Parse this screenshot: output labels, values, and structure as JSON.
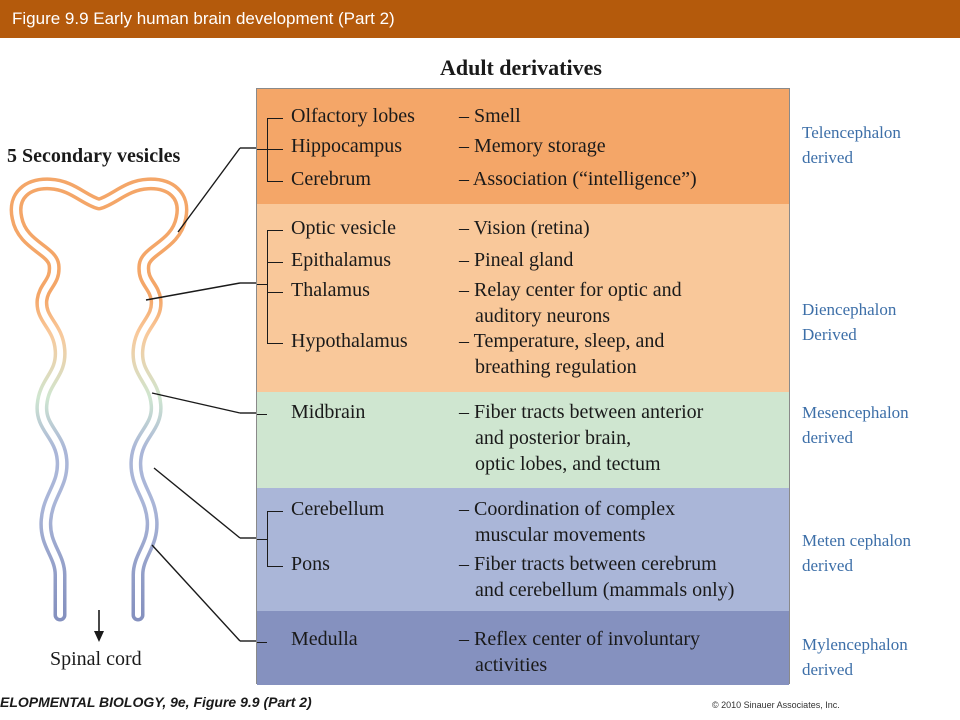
{
  "header": {
    "title": "Figure 9.9  Early human brain development (Part 2)"
  },
  "diagram": {
    "heading": "Adult derivatives",
    "vesicles_label": "5 Secondary vesicles",
    "spinal_label": "Spinal cord",
    "colors": {
      "telencephalon": "#f4a668",
      "diencephalon": "#f9c89a",
      "mesencephalon": "#cfe6d0",
      "metencephalon": "#aab6d8",
      "myelencephalon": "#8591bf",
      "note_text": "#3d6fa8",
      "title_bar": "#b45a0c"
    },
    "regions": [
      {
        "note": [
          "Telencephalon",
          "derived"
        ],
        "rows": [
          {
            "structure": "Olfactory lobes",
            "function": [
              "– Smell"
            ]
          },
          {
            "structure": "Hippocampus",
            "function": [
              "– Memory storage"
            ]
          },
          {
            "structure": "Cerebrum",
            "function": [
              "– Association (“intelligence”)"
            ]
          }
        ]
      },
      {
        "note": [
          "Diencephalon",
          "Derived"
        ],
        "rows": [
          {
            "structure": "Optic vesicle",
            "function": [
              "– Vision (retina)"
            ]
          },
          {
            "structure": "Epithalamus",
            "function": [
              "– Pineal gland"
            ]
          },
          {
            "structure": "Thalamus",
            "function": [
              "– Relay center for optic and",
              "auditory neurons"
            ]
          },
          {
            "structure": "Hypothalamus",
            "function": [
              "– Temperature, sleep, and",
              "breathing regulation"
            ]
          }
        ]
      },
      {
        "note": [
          "Mesencephalon",
          "derived"
        ],
        "rows": [
          {
            "structure": "Midbrain",
            "function": [
              "– Fiber tracts between anterior",
              "and posterior brain,",
              "optic lobes, and tectum"
            ]
          }
        ]
      },
      {
        "note": [
          "Meten cephalon",
          "derived"
        ],
        "rows": [
          {
            "structure": "Cerebellum",
            "function": [
              "– Coordination of complex",
              "muscular movements"
            ]
          },
          {
            "structure": "Pons",
            "function": [
              "– Fiber tracts between cerebrum",
              "and cerebellum (mammals only)"
            ]
          }
        ]
      },
      {
        "note": [
          "Mylencephalon",
          "derived"
        ],
        "rows": [
          {
            "structure": "Medulla",
            "function": [
              "– Reflex center of involuntary",
              "activities"
            ]
          }
        ]
      }
    ]
  },
  "footer": {
    "source": "ELOPMENTAL BIOLOGY, 9e, Figure 9.9 (Part 2)",
    "copyright": "© 2010 Sinauer Associates, Inc."
  }
}
